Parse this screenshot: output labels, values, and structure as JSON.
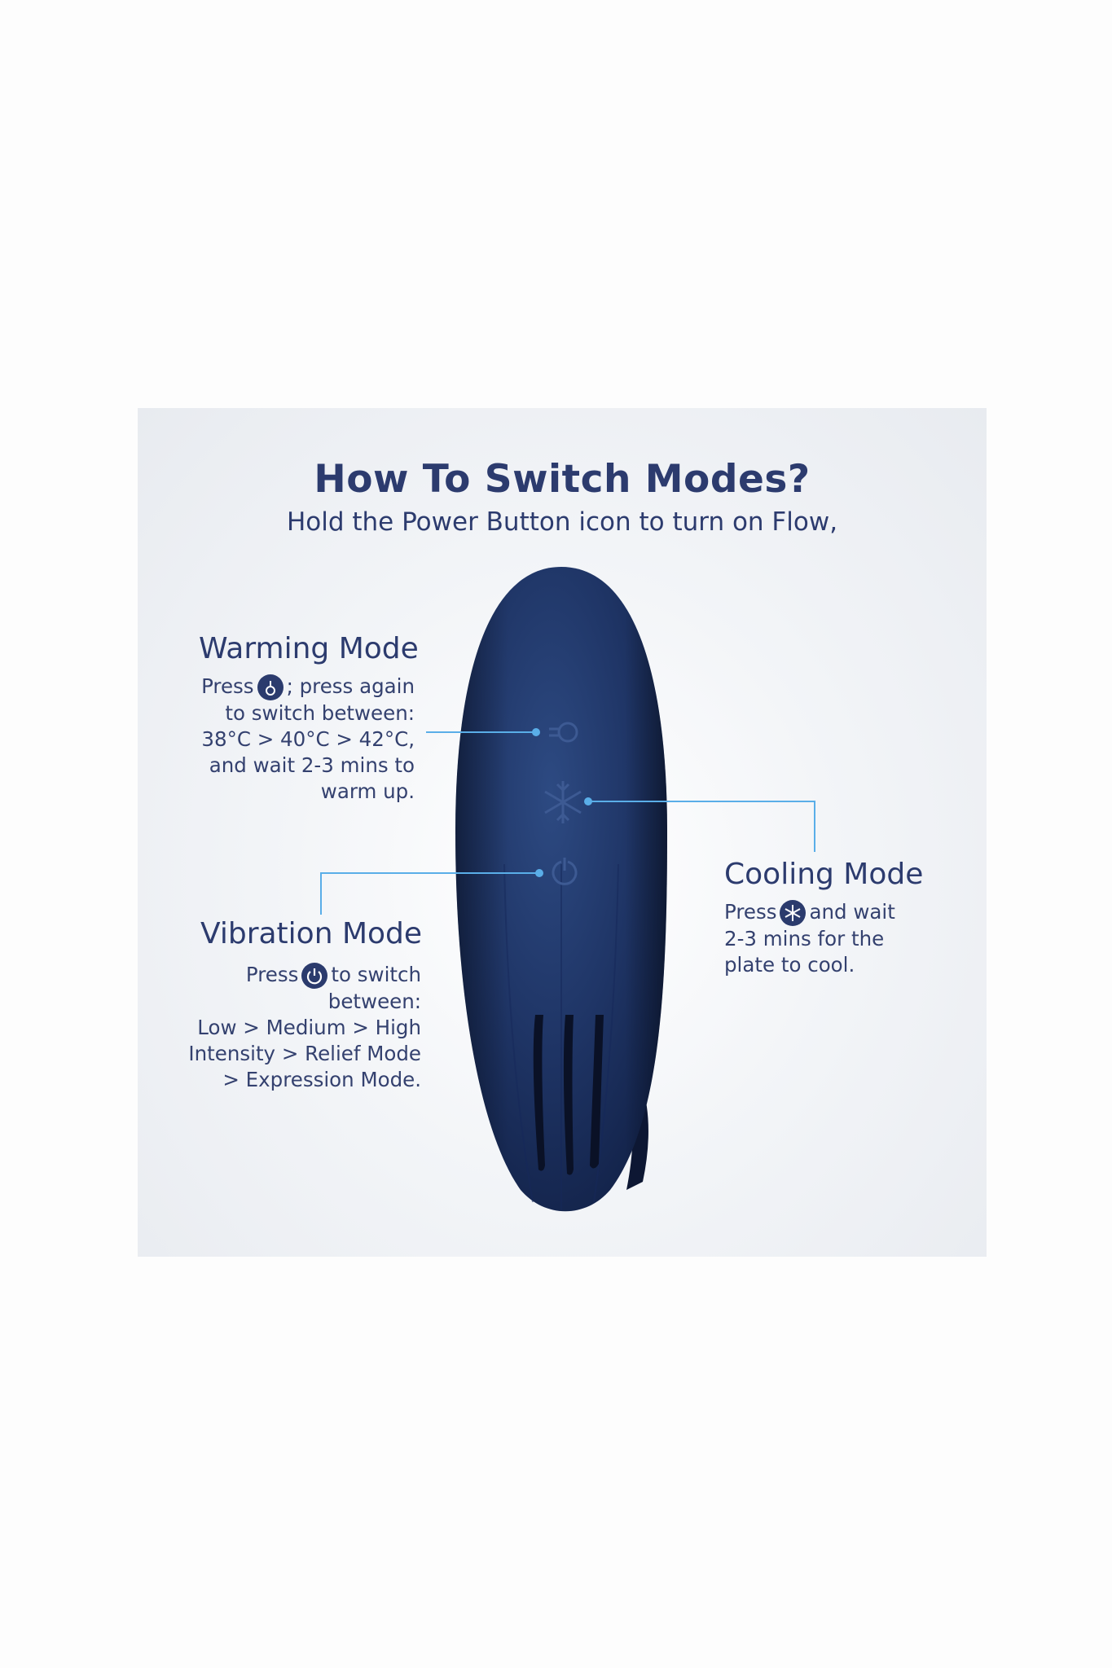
{
  "heading": "How To Switch Modes?",
  "subheading": "Hold the Power Button icon to turn on Flow,",
  "warming": {
    "title": "Warming Mode",
    "press": "Press",
    "icon": "thermometer-icon",
    "after_icon": "; press again",
    "line2": "to switch between:",
    "line3": "38°C > 40°C > 42°C,",
    "line4": "and wait 2-3 mins to",
    "line5": "warm up."
  },
  "cooling": {
    "title": "Cooling Mode",
    "press": "Press",
    "icon": "snowflake-icon",
    "after_icon": "and wait",
    "line2": "2-3 mins for the",
    "line3": "plate to cool."
  },
  "vibration": {
    "title": "Vibration Mode",
    "press": "Press",
    "icon": "power-icon",
    "after_icon": "to switch",
    "line2": "between:",
    "line3": "Low > Medium > High",
    "line4": "Intensity > Relief Mode",
    "line5": "> Expression Mode."
  },
  "colors": {
    "device": "#1f3566",
    "text": "#2c3b6e",
    "callout_line": "#5aaee8"
  }
}
